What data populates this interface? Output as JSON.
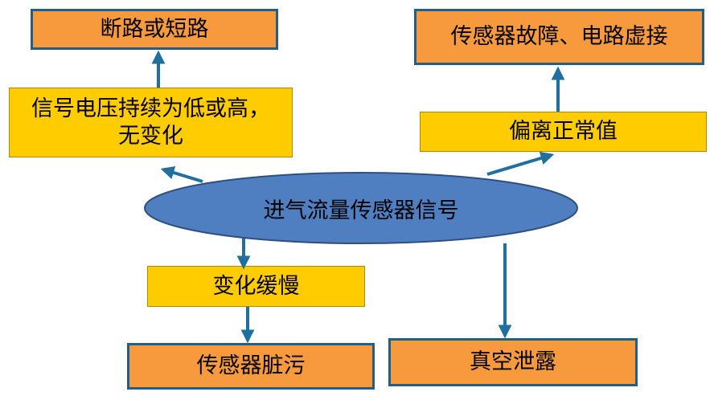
{
  "diagram": {
    "center": "进气流量传感器信号",
    "nodes": {
      "short_circuit": "断路或短路",
      "sensor_fault": "传感器故障、电路虚接",
      "signal_line1": "信号电压持续为低或高，",
      "signal_line2": "无变化",
      "deviation": "偏离正常值",
      "slow_change": "变化缓慢",
      "sensor_dirty": "传感器脏污",
      "vacuum_leak": "真空泄露"
    }
  },
  "colors": {
    "ellipse_fill": "#4F7FC1",
    "ellipse_stroke": "#2E4F7F",
    "arrow": "#1F6F9F",
    "orange_box": "#F79A3E",
    "orange_border": "#1F5F8B",
    "yellow_box": "#FFCC00"
  }
}
